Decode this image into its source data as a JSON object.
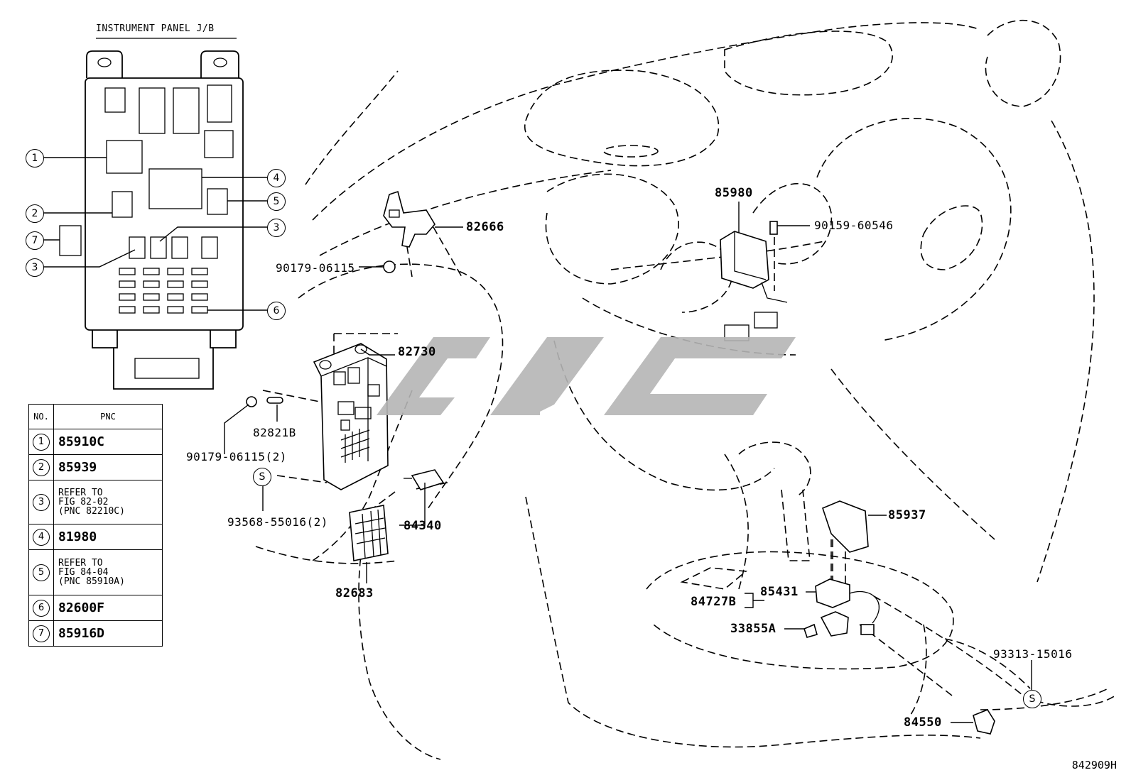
{
  "title": "INSTRUMENT PANEL J/B",
  "callouts": {
    "c1": "1",
    "c2": "2",
    "c3a": "3",
    "c3b": "3",
    "c4": "4",
    "c5": "5",
    "c6": "6",
    "c7": "7"
  },
  "parts": {
    "p82666": "82666",
    "p90179_06115": "90179-06115",
    "p85980": "85980",
    "p90159_60546": "90159-60546",
    "p82730": "82730",
    "p82821B": "82821B",
    "p90179_06115_2": "90179-06115(2)",
    "p93568_55016_2": "93568-55016(2)",
    "p84340": "84340",
    "p82683": "82683",
    "p85937": "85937",
    "p85431": "85431",
    "p84727B": "84727B",
    "p33855A": "33855A",
    "p93313_15016": "93313-15016",
    "p84550": "84550"
  },
  "s_marks": {
    "s1": "S",
    "s2": "S"
  },
  "legend": {
    "header_no": "NO.",
    "header_pnc": "PNC",
    "rows": [
      {
        "no": "1",
        "lines": [
          "85910C"
        ]
      },
      {
        "no": "2",
        "lines": [
          "85939"
        ]
      },
      {
        "no": "3",
        "lines": [
          "REFER TO",
          "FIG 82-02",
          "(PNC 82210C)"
        ]
      },
      {
        "no": "4",
        "lines": [
          "81980"
        ]
      },
      {
        "no": "5",
        "lines": [
          "REFER TO",
          "FIG 84-04",
          "(PNC 85910A)"
        ]
      },
      {
        "no": "6",
        "lines": [
          "82600F"
        ]
      },
      {
        "no": "7",
        "lines": [
          "85916D"
        ]
      }
    ]
  },
  "reference_code": "842909H"
}
